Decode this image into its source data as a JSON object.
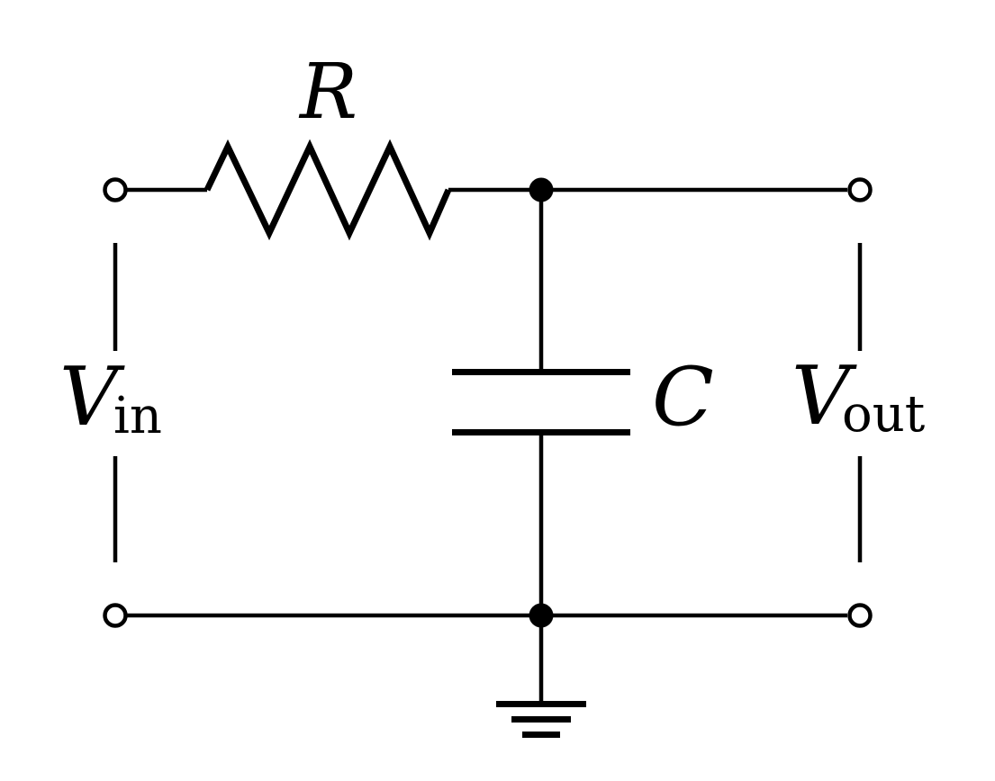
{
  "diagram": {
    "background_color": "#ffffff",
    "line_color": "#000000",
    "labels": {
      "resistor": "R",
      "capacitor": "C",
      "vin_main": "V",
      "vin_sub": "in",
      "vout_main": "V",
      "vout_sub": "out"
    }
  }
}
